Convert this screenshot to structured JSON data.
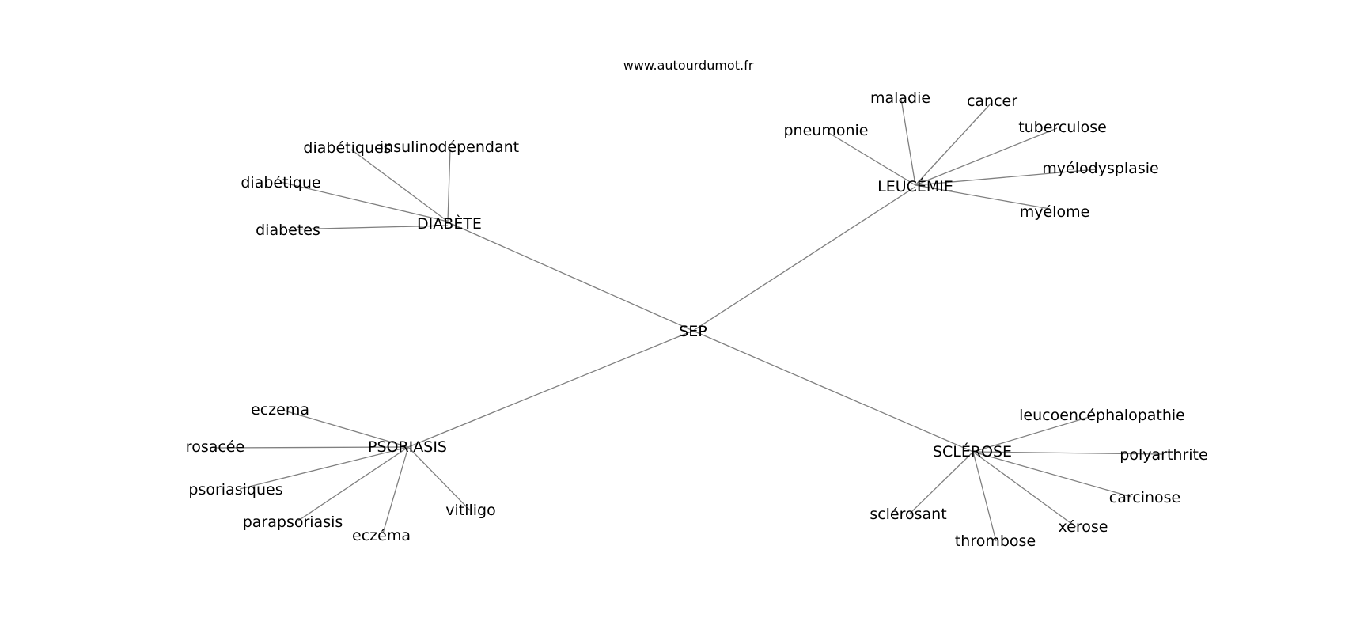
{
  "header": {
    "site": "www.autourdumot.fr"
  },
  "graph": {
    "center": "SEP",
    "clusters": [
      {
        "hub": "DIABÈTE",
        "leaves": [
          "diabétiques",
          "insulinodépendant",
          "diabétique",
          "diabetes"
        ]
      },
      {
        "hub": "LEUCÉMIE",
        "leaves": [
          "maladie",
          "cancer",
          "pneumonie",
          "tuberculose",
          "myélodysplasie",
          "myélome"
        ]
      },
      {
        "hub": "PSORIASIS",
        "leaves": [
          "eczema",
          "rosacée",
          "psoriasiques",
          "parapsoriasis",
          "eczéma",
          "vitiligo"
        ]
      },
      {
        "hub": "SCLÉROSE",
        "leaves": [
          "leucoencéphalopathie",
          "polyarthrite",
          "carcinose",
          "xérose",
          "sclérosant",
          "thrombose"
        ]
      }
    ]
  },
  "style": {
    "edge_color": "#808080",
    "text_color": "#000000",
    "background": "#ffffff"
  }
}
